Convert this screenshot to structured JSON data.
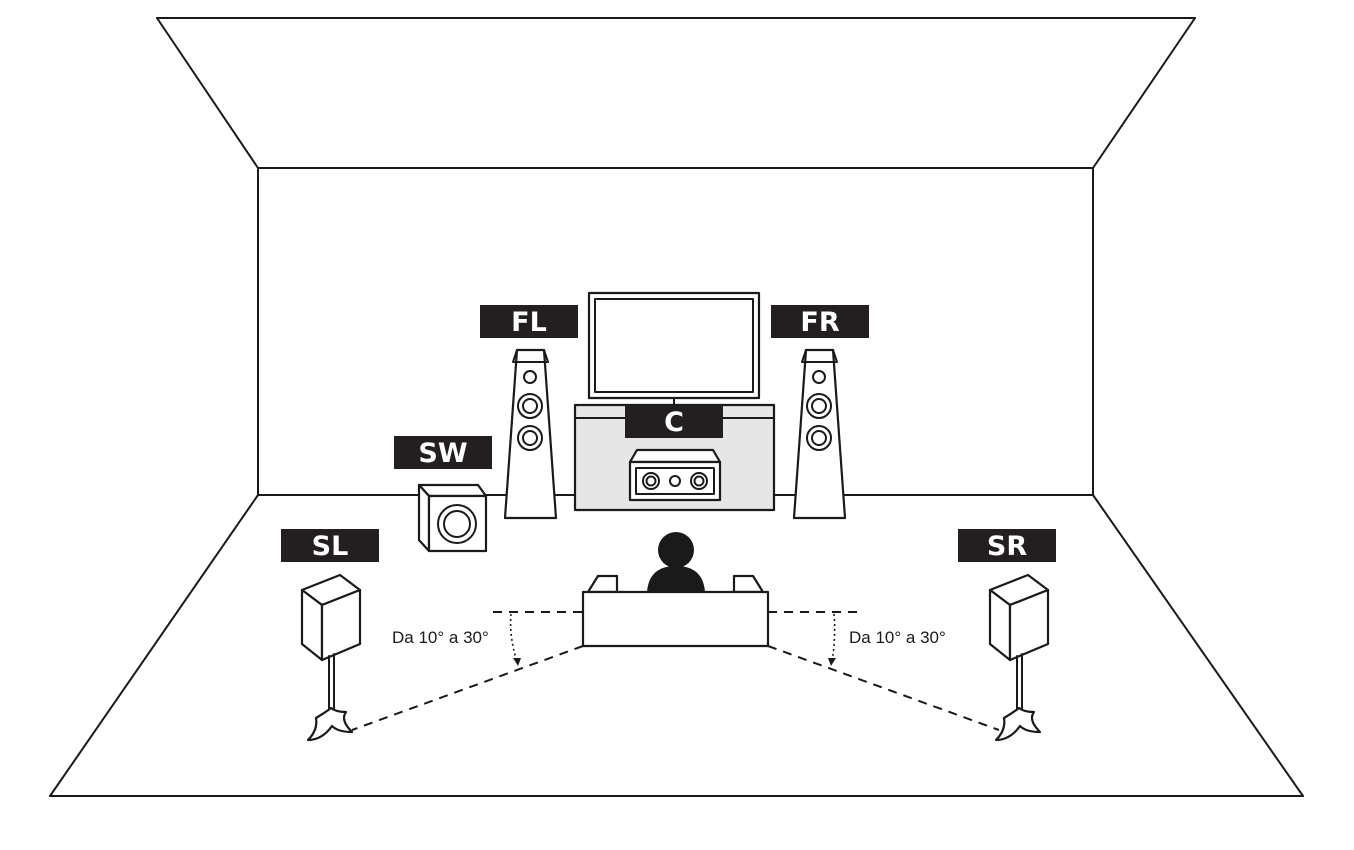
{
  "speakers": {
    "fl": "FL",
    "fr": "FR",
    "c": "C",
    "sw": "SW",
    "sl": "SL",
    "sr": "SR"
  },
  "angles": {
    "left": "Da 10° a 30°",
    "right": "Da 10° a 30°"
  },
  "colors": {
    "label_background": "#231f20",
    "label_text": "#ffffff",
    "line": "#1a1a1a",
    "cabinet_fill": "#e6e6e6"
  }
}
